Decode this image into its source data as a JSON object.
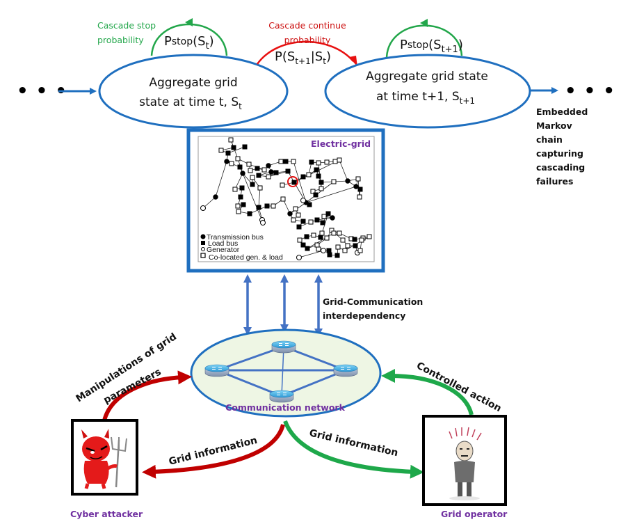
{
  "markov_chain": {
    "ellipsis_left": "• • •",
    "ellipsis_right": "• • •",
    "state_t": {
      "line1": "Aggregate grid",
      "line2": "state at time t, S",
      "line2_sub": "t"
    },
    "state_t1": {
      "line1": "Aggregate grid state",
      "line2": "at time t+1, S",
      "line2_sub": "t+1"
    },
    "stop_label": {
      "line1": "Cascade stop",
      "line2": "probability",
      "color": "#22a64a"
    },
    "continue_label": {
      "line1": "Cascade continue",
      "line2": "probability",
      "color": "#cc1111"
    },
    "p_stop_t": {
      "p": "P",
      "stop": "stop",
      "open": "(S",
      "sub": "t",
      "close": ")"
    },
    "p_stop_t1": {
      "p": "P",
      "stop": "stop",
      "open": "(S",
      "sub": "t+1",
      "close": ")"
    },
    "p_transition": {
      "p": "P(S",
      "sub1": "t+1",
      "bar": "|S",
      "sub2": "t",
      "close": ")"
    },
    "caption": [
      "Embedded",
      "Markov",
      "chain",
      "capturing",
      "cascading",
      "failures"
    ]
  },
  "electric_grid": {
    "title": "Electric-grid",
    "legend": [
      {
        "symbol": "filled-circle",
        "label": "Transmission bus"
      },
      {
        "symbol": "filled-square",
        "label": "Load bus"
      },
      {
        "symbol": "open-circle",
        "label": "Generator"
      },
      {
        "symbol": "open-square",
        "label": "Co-located gen. & load"
      }
    ]
  },
  "interdependency_label": [
    "Grid-Communication",
    "interdependency"
  ],
  "communication_network": {
    "title": "Communication network"
  },
  "attacker": {
    "label": "Cyber attacker",
    "manipulation_label_line1": "Manipulations of grid",
    "manipulation_label_line2": "parameters",
    "info_label": "Grid information"
  },
  "operator": {
    "label": "Grid operator",
    "control_label": "Controlled action",
    "info_label": "Grid information"
  },
  "colors": {
    "blue": "#1f6fbf",
    "arrow_blue": "#4472c4",
    "green": "#22a64a",
    "red": "#c00000",
    "purple": "#7030a0",
    "comm_fill": "#eef6e4"
  }
}
